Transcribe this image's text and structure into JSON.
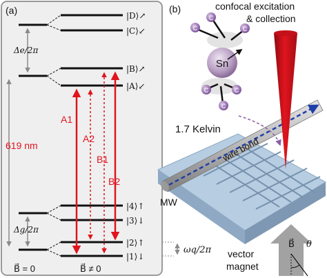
{
  "panel_a": {
    "label": "(a)",
    "levels": {
      "D": "|D⟩↗",
      "C": "|C⟩↙",
      "B": "|B⟩↗",
      "A": "|A⟩↙",
      "four": "|4⟩↑",
      "three": "|3⟩↓",
      "two": "|2⟩↑",
      "one": "|1⟩↓"
    },
    "delta_e": "Δe/2π",
    "delta_g": "Δg/2π",
    "omega_q": "ωq/2π",
    "wavelength": "619 nm",
    "transitions": {
      "a1": "A1",
      "a2": "A2",
      "b1": "B1",
      "b2": "B2"
    },
    "field_zero": "B⃗ = 0",
    "field_nonzero": "B⃗ ≠ 0"
  },
  "panel_b": {
    "label": "(b)",
    "excitation": "confocal excitation",
    "collection": "& collection",
    "atom": "Sn",
    "carbon": "C",
    "temperature": "1.7 Kelvin",
    "wire_bond": "wire bond",
    "mw": "MW",
    "vector_b": "B⃗",
    "theta": "θ",
    "vector": "vector",
    "magnet": "magnet"
  },
  "colors": {
    "red": "#e0141e",
    "panel_border": "#9a9a9a",
    "panel_bg": "#efefef",
    "carbon_purple": "#8a5fa6",
    "sn_gray": "#9a9a9a",
    "substrate": "#a9c1d8",
    "arrow_blue": "#1f3fa8"
  }
}
